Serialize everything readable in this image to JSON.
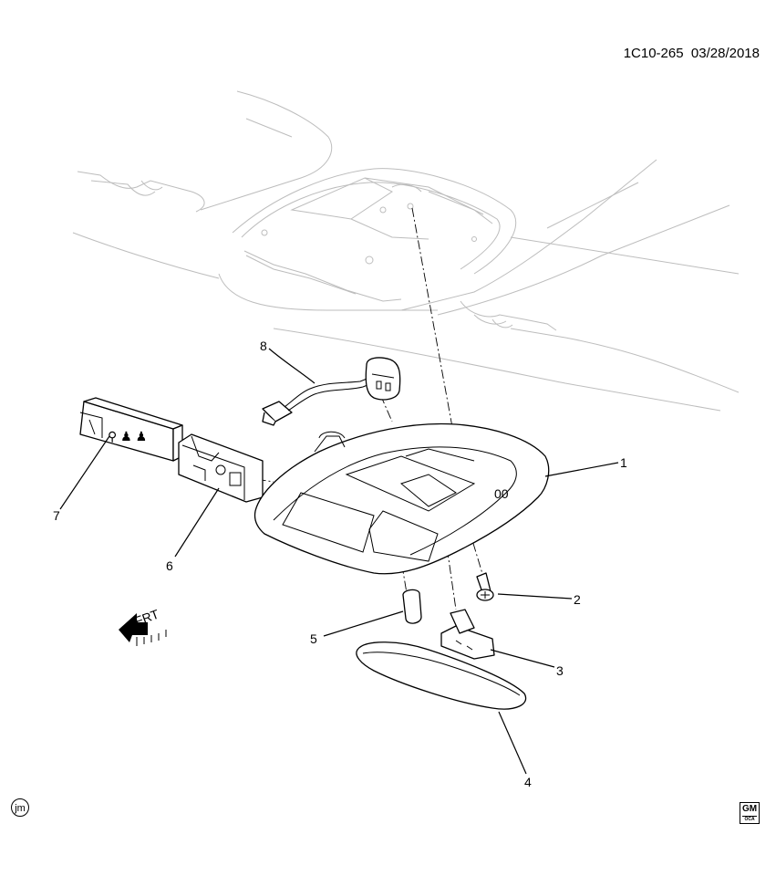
{
  "header": {
    "diagram_id": "1C10-265",
    "date": "03/28/2018"
  },
  "callouts": [
    {
      "number": "1"
    },
    {
      "number": "2"
    },
    {
      "number": "3"
    },
    {
      "number": "4"
    },
    {
      "number": "5"
    },
    {
      "number": "6"
    },
    {
      "number": "7"
    },
    {
      "number": "8"
    }
  ],
  "front_arrow_label": "FRT",
  "footer": {
    "illustrator_mark": "jm",
    "logo_text": "GM",
    "logo_subtext": "OCA"
  }
}
